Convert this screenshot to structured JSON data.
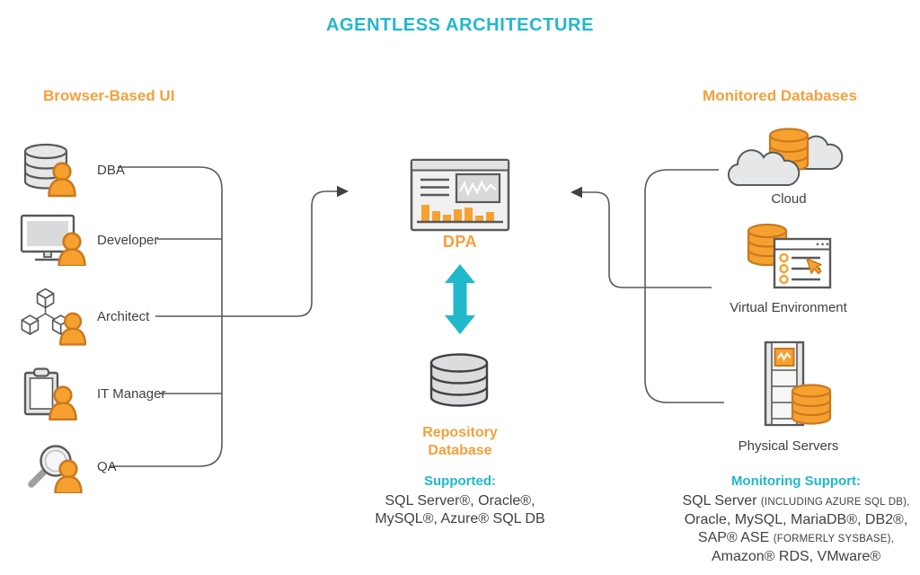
{
  "title": "AGENTLESS ARCHITECTURE",
  "left": {
    "heading": "Browser-Based UI",
    "items": [
      {
        "label": "DBA",
        "icon": "dba-database-person-icon"
      },
      {
        "label": "Developer",
        "icon": "developer-monitor-person-icon"
      },
      {
        "label": "Architect",
        "icon": "architect-cubes-person-icon"
      },
      {
        "label": "IT Manager",
        "icon": "it-manager-clipboard-person-icon"
      },
      {
        "label": "QA",
        "icon": "qa-magnifier-person-icon"
      }
    ]
  },
  "center": {
    "dpa_label": "DPA",
    "repository_line1": "Repository",
    "repository_line2": "Database",
    "supported": {
      "heading": "Supported:",
      "line1": "SQL Server®, Oracle®,",
      "line2": "MySQL®, Azure® SQL DB"
    }
  },
  "right": {
    "heading": "Monitored Databases",
    "items": [
      {
        "label": "Cloud",
        "icon": "cloud-database-icon"
      },
      {
        "label": "Virtual Environment",
        "icon": "virtual-environment-icon"
      },
      {
        "label": "Physical Servers",
        "icon": "physical-servers-icon"
      }
    ],
    "monitoring": {
      "heading": "Monitoring Support:",
      "line1_main": "SQL Server ",
      "line1_small": "(INCLUDING AZURE SQL DB),",
      "line2": "Oracle, MySQL, MariaDB®, DB2®,",
      "line3_main": "SAP® ASE ",
      "line3_small": "(FORMERLY SYSBASE),",
      "line4": "Amazon® RDS, VMware®"
    }
  },
  "colors": {
    "accent_teal": "#21B8CC",
    "accent_orange": "#F5A03C",
    "icon_orange_fill": "#F6A12F",
    "icon_orange_stroke": "#C9791E",
    "text_dark": "#414042",
    "line_gray": "#58595B",
    "fill_gray": "#E6E7E8"
  }
}
